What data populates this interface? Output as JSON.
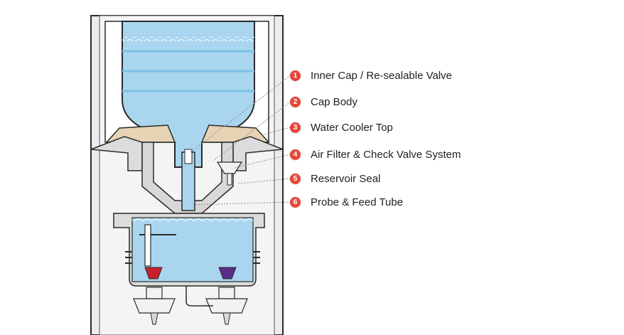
{
  "callouts": [
    {
      "number": "1",
      "label": "Inner Cap / Re-sealable Valve"
    },
    {
      "number": "2",
      "label": "Cap Body"
    },
    {
      "number": "3",
      "label": "Water Cooler Top"
    },
    {
      "number": "4",
      "label": "Air Filter & Check Valve System"
    },
    {
      "number": "5",
      "label": "Reservoir Seal"
    },
    {
      "number": "6",
      "label": "Probe & Feed Tube"
    }
  ],
  "colors": {
    "badge": "#e8463a",
    "water": "#a9d6ee",
    "water_dark": "#7fbfe2",
    "housing": "#e6e6e6",
    "outline": "#2a2a2a",
    "tan_seal": "#e5d3b3",
    "hot_tap": "#c8202e",
    "cold_tap": "#5a2d8c"
  },
  "icons": {
    "badge": "numbered-red-circle",
    "hot_tap": "red-tap-handle",
    "cold_tap": "purple-tap-handle"
  }
}
